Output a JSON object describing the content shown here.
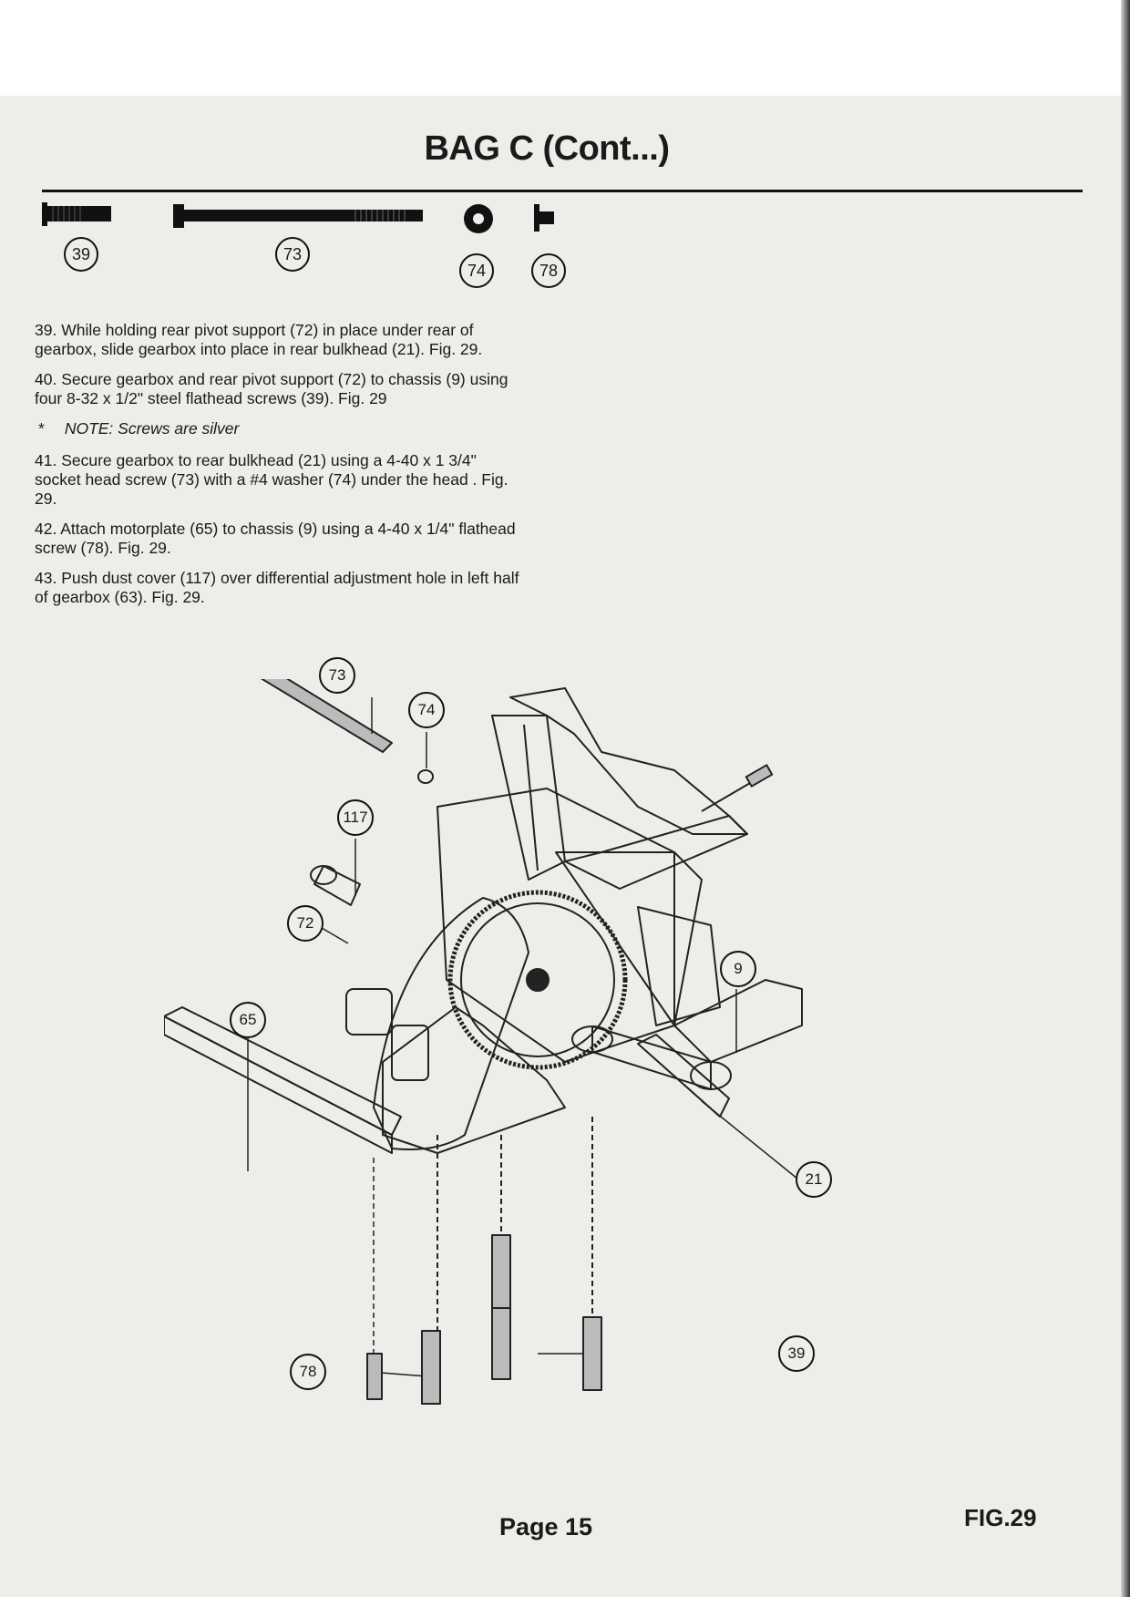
{
  "header": {
    "title": "BAG C (Cont...)"
  },
  "parts": [
    {
      "id": "39",
      "name": "flathead-screw-8-32"
    },
    {
      "id": "73",
      "name": "socket-head-screw-4-40"
    },
    {
      "id": "74",
      "name": "washer-4"
    },
    {
      "id": "78",
      "name": "flathead-screw-4-40"
    }
  ],
  "steps": [
    {
      "text": "39. While holding rear pivot support (72) in place under rear of gearbox, slide gearbox into place in rear bulkhead (21). Fig. 29."
    },
    {
      "text": "40. Secure gearbox and rear pivot support (72) to chassis (9) using four 8-32 x 1/2\" steel flathead screws (39). Fig. 29"
    },
    {
      "text": "41. Secure gearbox to rear bulkhead (21) using a 4-40 x 1 3/4\" socket head screw (73) with a #4 washer (74) under the head . Fig. 29."
    },
    {
      "text": "42. Attach motorplate (65) to chassis (9) using a 4-40 x 1/4\" flathead screw (78). Fig. 29."
    },
    {
      "text": "43. Push dust cover (117) over differential adjustment hole in left half of gearbox (63). Fig. 29."
    }
  ],
  "note": {
    "star": "*",
    "text": "NOTE: Screws are silver"
  },
  "figure": {
    "callouts": [
      "73",
      "74",
      "117",
      "65",
      "72",
      "9",
      "21",
      "39",
      "78"
    ]
  },
  "footer": {
    "page": "Page 15",
    "fig": "FIG.29"
  }
}
